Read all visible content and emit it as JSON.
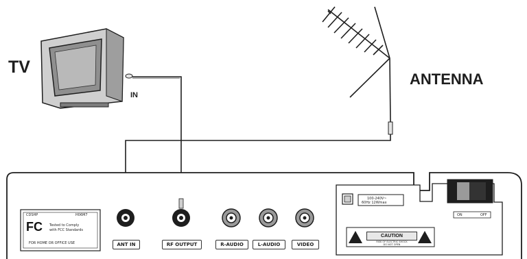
{
  "labels": {
    "tv": "TV",
    "antenna": "ANTENNA",
    "in": "IN"
  },
  "ports": [
    {
      "label": "ANT IN"
    },
    {
      "label": "RF OUTPUT"
    },
    {
      "label": "R-AUDIO"
    },
    {
      "label": "L-AUDIO"
    },
    {
      "label": "VIDEO"
    }
  ],
  "fcc_label": {
    "model_left": "CDSHP",
    "model_right": "H06M7",
    "logo": "FC",
    "tested_line1": "Tested to Comply",
    "tested_line2": "with FCC Standards",
    "footer": "FOR HOME OR OFFICE USE"
  },
  "power": {
    "rating_line1": "100-240V~",
    "rating_line2": "60Hz 12Wmax"
  },
  "switch": {
    "left": "ON",
    "right": "OFF"
  },
  "caution": {
    "title": "CAUTION",
    "line1": "RISK OF ELECTRIC SHOCK",
    "line2": "DO NOT OPEN"
  },
  "colors": {
    "ink": "#1e1e1e",
    "panel_fill": "#ffffff",
    "screen_fill": "#9a9a9a",
    "tv_body": "#bdbdbd"
  }
}
